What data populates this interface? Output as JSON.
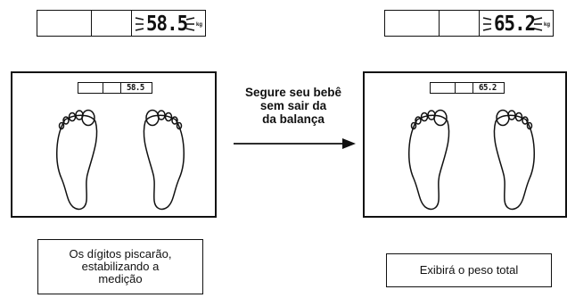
{
  "scales": [
    {
      "reading": "58.5",
      "unit": "kg"
    },
    {
      "reading": "65.2",
      "unit": "kg"
    }
  ],
  "arrow_text": "Segure seu bebê\nsem sair da\nda balança",
  "captions": [
    "Os dígitos piscarão,\nestabilizando a\nmedição",
    "Exibirá o peso total"
  ]
}
